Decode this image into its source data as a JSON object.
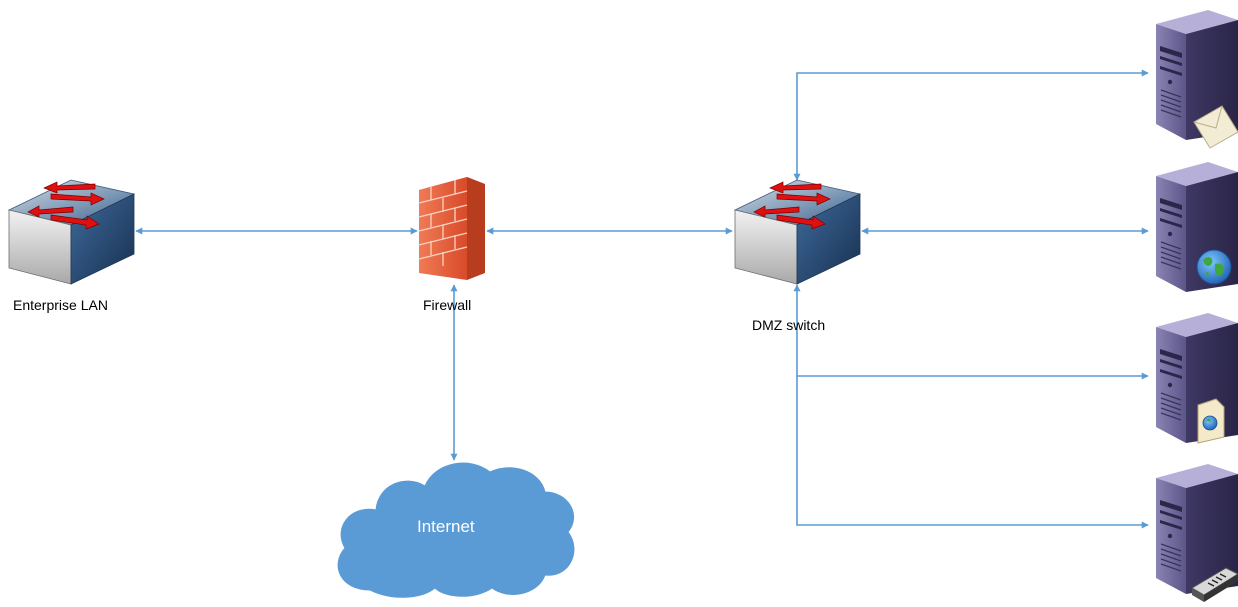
{
  "nodes": {
    "lan_switch": {
      "label": "Enterprise LAN",
      "icon": "network-switch-icon"
    },
    "firewall": {
      "label": "Firewall",
      "icon": "firewall-icon"
    },
    "dmz_switch": {
      "label": "DMZ switch",
      "icon": "network-switch-icon"
    },
    "internet": {
      "label": "Internet",
      "icon": "cloud-icon"
    },
    "servers": [
      {
        "icon": "mail-server-icon"
      },
      {
        "icon": "web-server-icon"
      },
      {
        "icon": "file-server-icon"
      },
      {
        "icon": "storage-server-icon"
      }
    ]
  },
  "colors": {
    "connector": "#5b9bd5",
    "cloud_fill": "#5b9bd5",
    "cloud_text": "#ffffff",
    "firewall": "#e8623e",
    "switch_top": "#5b86b5",
    "switch_side": "#2d5384",
    "server_body": "#4a4270",
    "arrow_red": "#e01010"
  }
}
